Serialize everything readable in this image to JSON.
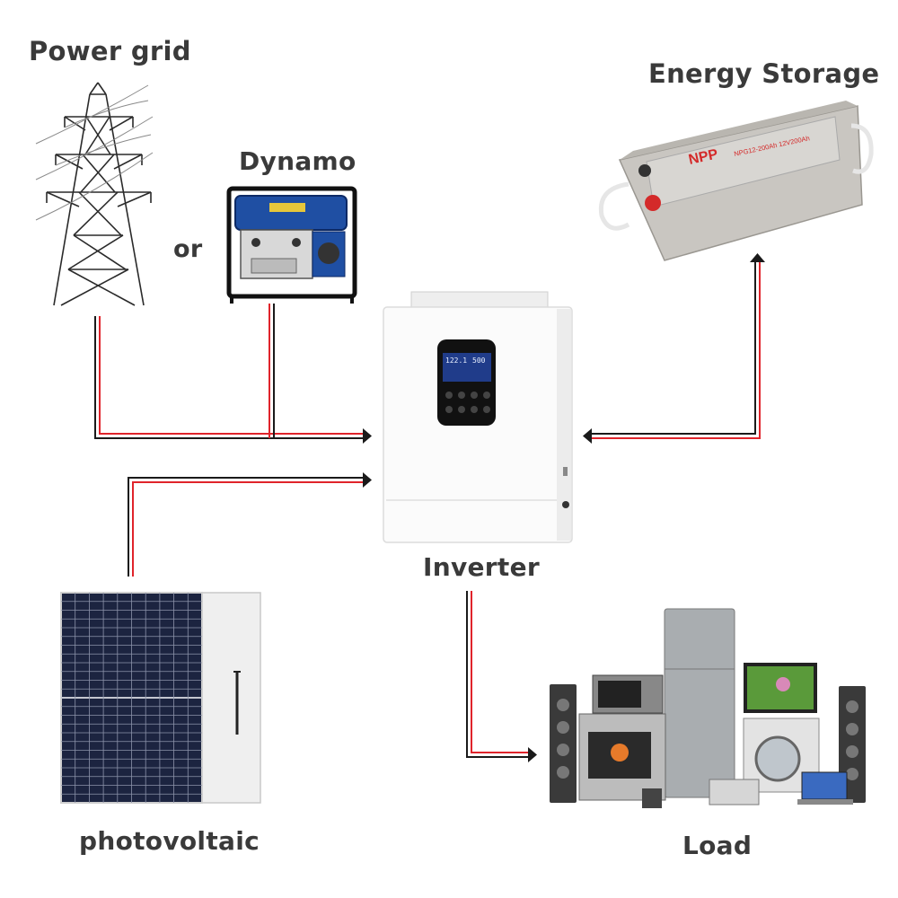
{
  "diagram": {
    "labels": {
      "power_grid": "Power grid",
      "or": "or",
      "dynamo": "Dynamo",
      "energy_storage": "Energy Storage",
      "inverter": "Inverter",
      "photovoltaic": "photovoltaic",
      "load": "Load"
    },
    "battery": {
      "brand": "NPP",
      "model": "NPG12-200Ah 12V200Ah"
    },
    "inverter_display": {
      "left_reading": "122.1",
      "right_reading": "500"
    },
    "colors": {
      "wire_red": "#e0242b",
      "wire_black": "#1a1a1a",
      "label_text": "#3a3a3a"
    }
  }
}
